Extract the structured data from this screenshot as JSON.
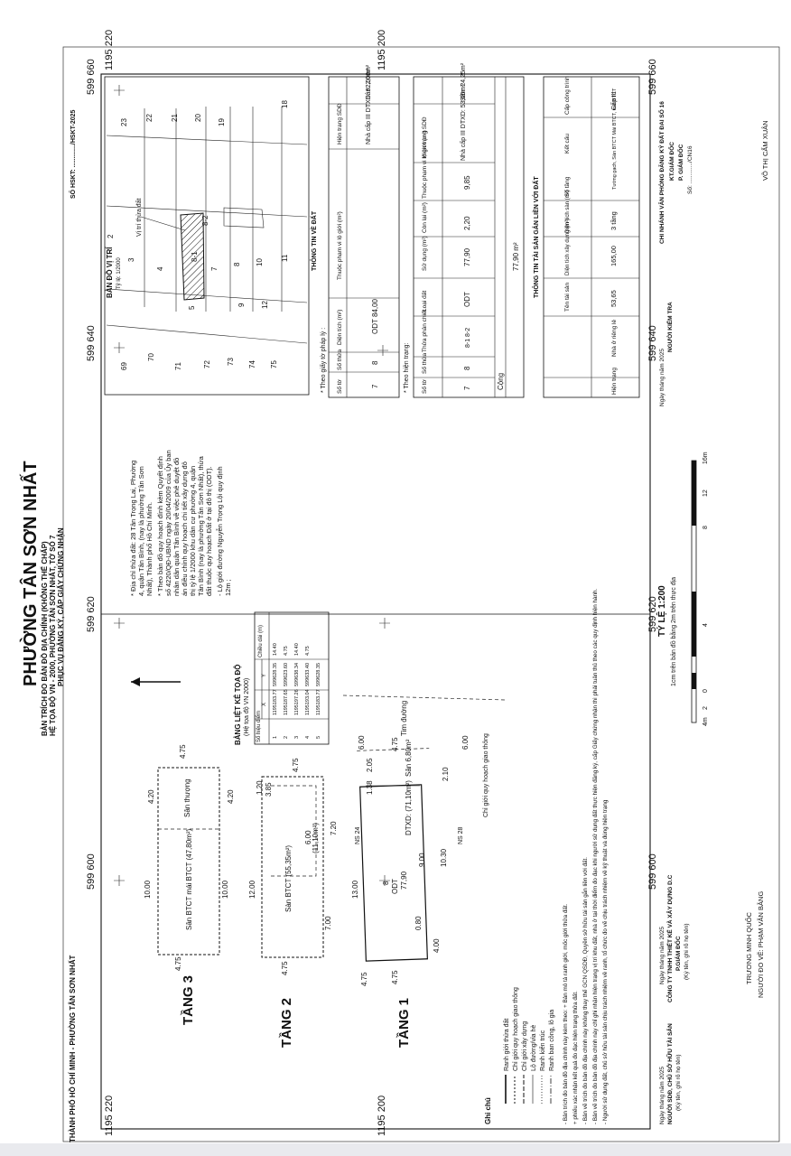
{
  "header": {
    "title": "PHƯỜNG TÂN SƠN NHẤT",
    "line1": "BẢN TRÍCH ĐO BẢN ĐỒ ĐỊA CHÍNH (KHÔNG THẾ CHẤP)",
    "line2": "HỆ TỌA ĐỘ VN - 2000, PHƯỜNG TÂN SƠN NHẤT, TỜ SỐ 7",
    "line3": "PHỤC VỤ ĐĂNG KÝ, CẤP GIẤY CHỨNG NHẬN",
    "top_left": "THÀNH PHỐ HỒ CHÍ MINH - PHƯỜNG TÂN SƠN NHẤT",
    "doc_no": "SỐ HSKT: ............./HSKT-2025"
  },
  "grid_labels": {
    "x600": "599 600",
    "x620": "599 620",
    "x640": "599 640",
    "x660": "599 660",
    "y1195_220": "1195 220",
    "y1195_200": "1195 200"
  },
  "floors": {
    "f3": {
      "label": "TẦNG 3",
      "name": "Sân BTCT mái BTCT (47,80m²)",
      "extra": "Sân thượng",
      "dims": [
        "10.00",
        "4.75",
        "4.20",
        "10.00",
        "4.20",
        "4.75"
      ]
    },
    "f2": {
      "label": "TẦNG 2",
      "name": "Sàn BTCT (55,35m²)",
      "dims": [
        "12.00",
        "4.75",
        "1.20",
        "3.85",
        "6.00",
        "(11,10m²)",
        "7.00",
        "7.20",
        "4.75"
      ]
    },
    "f1": {
      "label": "TẦNG 1",
      "odt": "ODT",
      "parcel": "8",
      "area": "77,90",
      "dtxd": "DTXD: (71,10m²)",
      "yard": "Sân 6,80m²",
      "dims": [
        "13.00",
        "4.75",
        "1.38",
        "2.05",
        "6.00",
        "4.75",
        "9.00",
        "10.30",
        "NS 24",
        "NS 28",
        "2.10",
        "6.00",
        "0.80",
        "4.00",
        "4.75"
      ],
      "road": "Tim đường",
      "boundary": "Chỉ giới quy hoạch giao thông",
      "street": "Tim đường"
    }
  },
  "coord_table": {
    "title": "BẢNG LIỆT KÊ TỌA ĐỘ",
    "subtitle": "(Hệ tọa độ VN 2000)",
    "headers": [
      "Số hiệu điểm",
      "X",
      "Y",
      "Chiều dài (m)"
    ],
    "rows": [
      [
        "1",
        "1195183.77",
        "599628.35",
        "14.40"
      ],
      [
        "2",
        "1195187.65",
        "599623.60",
        "4.75"
      ],
      [
        "3",
        "1195197.26",
        "599638.34",
        "14.40"
      ],
      [
        "4",
        "1195193.04",
        "599633.40",
        "4.75"
      ],
      [
        "5",
        "1195183.77",
        "599628.35",
        ""
      ]
    ]
  },
  "notes": {
    "address": "* Địa chỉ thửa đất: 28 Tân Trọng Lai, Phường 4, quận Tân Bình, (nay là phường Tân Sơn Nhất), Thành phố Hồ Chí Minh.",
    "planning": "* Theo bản đồ quy hoạch đính kèm Quyết định số 4220/QĐ-UBND ngày 20/04/2009 của Ủy ban nhân dân quận Tân Bình về việc phê duyệt đồ án điều chỉnh quy hoạch chi tiết xây dựng đô thị tỷ lệ 1/2000 khu dân cư phường 4, quận Tân Bình (nay là phường Tân Sơn Nhất), thửa đất thuộc quy hoạch Đất ở tại đô thị (ODT).",
    "road": "- Lộ giới đường Nguyễn Trọng Lội quy định 12m ;"
  },
  "location_map": {
    "title": "BẢN ĐỒ VỊ TRÍ",
    "scale": "Tỷ lệ: 1/2000",
    "marker": "Vị trí thửa đất",
    "numbers": [
      "69",
      "70",
      "71",
      "72",
      "73",
      "74",
      "75",
      "5",
      "9",
      "12",
      "8-1",
      "8-2",
      "4",
      "3",
      "2",
      "7",
      "8",
      "10",
      "11",
      "23",
      "22",
      "21",
      "20",
      "19",
      "18"
    ]
  },
  "legal": {
    "title": "* Theo giấy tờ pháp lý :",
    "headers": [
      "Số tờ",
      "Số thửa",
      "Diện tích (m²)",
      "Thuộc phạm vi lộ giới (m²)",
      "Hiện trạng SDĐ"
    ],
    "row": [
      "7",
      "8",
      "ODT 84,00",
      "",
      "Nhà cấp III DTXD: 82,00m²"
    ],
    "yard_col": "Sân: 2,00m²",
    "section": "THÔNG TIN VỀ ĐẤT"
  },
  "current": {
    "title": "* Theo hiện trạng:",
    "headers": [
      "Số tờ",
      "Số thửa",
      "Thửa phân chiết",
      "Loại đất",
      "Sử dụng (m²)",
      "Còn lại (m²)",
      "Thuộc phạm vi lộ giới (m²)",
      "Hiện trạng SDĐ"
    ],
    "row": [
      "7",
      "8",
      "8-1 8-2",
      "ODT",
      "77,90",
      "2,20",
      "9,85",
      "Nhà cấp III DTXD: 53,65m²"
    ],
    "yard": "Sân: 24,25m²",
    "total_label": "Cộng",
    "total": "77,90 m²"
  },
  "assets": {
    "title": "THÔNG TIN TÀI SẢN GẮN LIỀN VỚI ĐẤT",
    "headers": [
      "Tên tài sản",
      "Diện tích xây dựng (m²)",
      "Diện tích sàn (m²)",
      "Số tầng",
      "Kết cấu",
      "Cấp công trình"
    ],
    "row_label": "Hiện trạng",
    "row": [
      "Nhà ở riêng lẻ",
      "53,65",
      "165,00",
      "3 tầng",
      "Tường gạch, Sàn BTCT Mái BTCT, mái BTCT",
      "Cấp III"
    ]
  },
  "scale": {
    "title": "TỶ LỆ 1:200",
    "sub": "1cm trên bản đồ bằng 2m trên thực địa",
    "ticks": [
      "4m",
      "2",
      "0",
      "4",
      "8",
      "12",
      "16m"
    ]
  },
  "legend": {
    "title": "Ghi chú",
    "items": [
      "Ranh giới thửa đất",
      "Chỉ giới quy hoạch giao thông",
      "Chỉ giới xây dựng",
      "Lộ đường/vỉa hè",
      "Ranh kiến trúc",
      "Ranh ban công, lô gia"
    ],
    "notes": [
      "- Bản trích đo bản đồ địa chính này kèm theo: + Bản mô tả ranh giới, mốc giới thửa đất.",
      "+ phiếu xác nhận kết quả đo đạc hiện trạng thửa đất.",
      "- Bản vẽ trích đo bản đồ địa chính này không thay thế GCN QSDĐ, Quyền sở hữu tài sản gắn liền với đất.",
      "- Bản vẽ trích đo bản đồ địa chính này chỉ ghi nhận hiện trạng vị trí khu đất, nhà ở tại thời điểm đo đạc khi người sử dụng đất thực hiện đăng ký, cấp Giấy chứng nhận thì phải tuân thủ theo các quy định hiện hành.",
      "- Người sử dụng đất, chủ sở hữu tài sản chịu trách nhiệm về ranh, tổ chức đo vẽ chịu trách nhiệm về kỹ thuật và đúng hiện trạng"
    ]
  },
  "signatures": {
    "owner_date": "Ngày    tháng    năm 2025",
    "owner_role": "NGƯỜI SDĐ, CHỦ SỞ HỮU TÀI SẢN",
    "owner_note": "(Ký tên, ghi rõ họ tên)",
    "company_date": "Ngày    tháng    năm 2025",
    "company": "CÔNG TY TNHH THIẾT KẾ VÀ XÂY DỰNG D.C",
    "company_role": "P.GIÁM ĐỐC",
    "company_note": "(Ký tên, ghi rõ họ tên)",
    "company_person": "TRƯƠNG MINH QUỐC",
    "surveyor": "NGƯỜI ĐO VẼ: PHẠM VĂN BẰNG",
    "check_date": "Ngày    tháng    năm 2025",
    "checker": "NGƯỜI KIỂM TRA",
    "office": "CHI NHÁNH VĂN PHÒNG ĐĂNG KÝ ĐẤT ĐAI SỐ 16",
    "office_role": "KT.GIÁM ĐỐC",
    "office_role2": "P. GIÁM ĐỐC",
    "office_no": "Số: ............./CN16",
    "office_person": "VÕ THỊ CẨM XUÂN"
  }
}
